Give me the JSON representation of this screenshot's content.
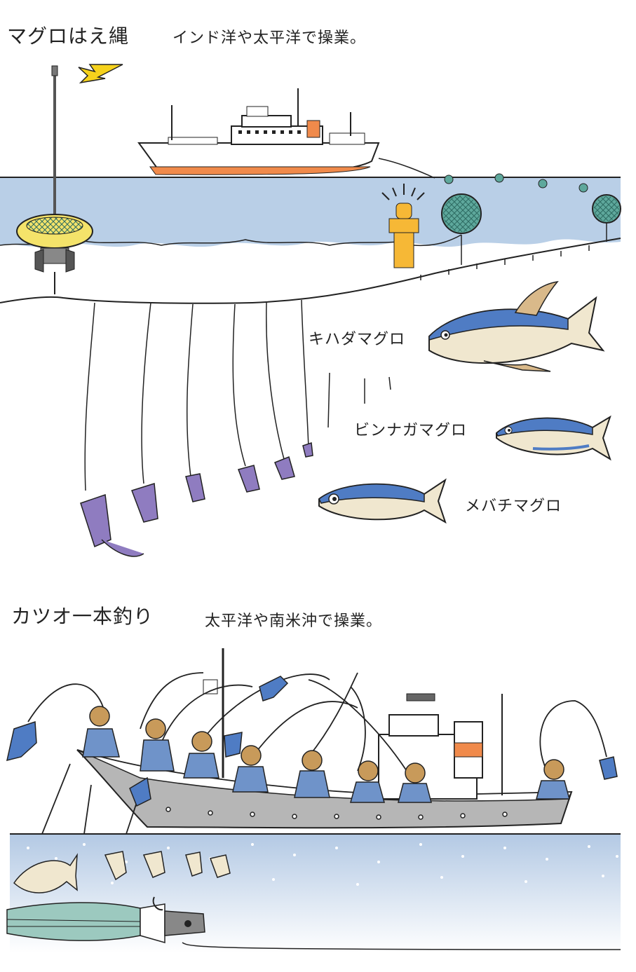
{
  "longline": {
    "title": "マグロはえ縄",
    "subtitle": "インド洋や太平洋で操業。",
    "species": [
      {
        "label": "キハダマグロ"
      },
      {
        "label": "ビンナガマグロ"
      },
      {
        "label": "メバチマグロ"
      }
    ]
  },
  "poleline": {
    "title": "カツオ一本釣り",
    "subtitle": "太平洋や南米沖で操業。"
  },
  "colors": {
    "sea_top": "#b9cfe7",
    "sea_bottom_light": "#dce8f4",
    "buoy_yellow": "#f4e36a",
    "hull_stripe": "#f08a4b",
    "squid_purple": "#8f7cc0",
    "tuna_blue": "#4f7cc4",
    "tuna_belly": "#f0e7cf",
    "fin_tan": "#d9b98a",
    "net_green": "#5ea89c",
    "crew_blue": "#6f93c9",
    "crew_skin": "#c89a5a",
    "boat_gray": "#b6b6b6"
  }
}
